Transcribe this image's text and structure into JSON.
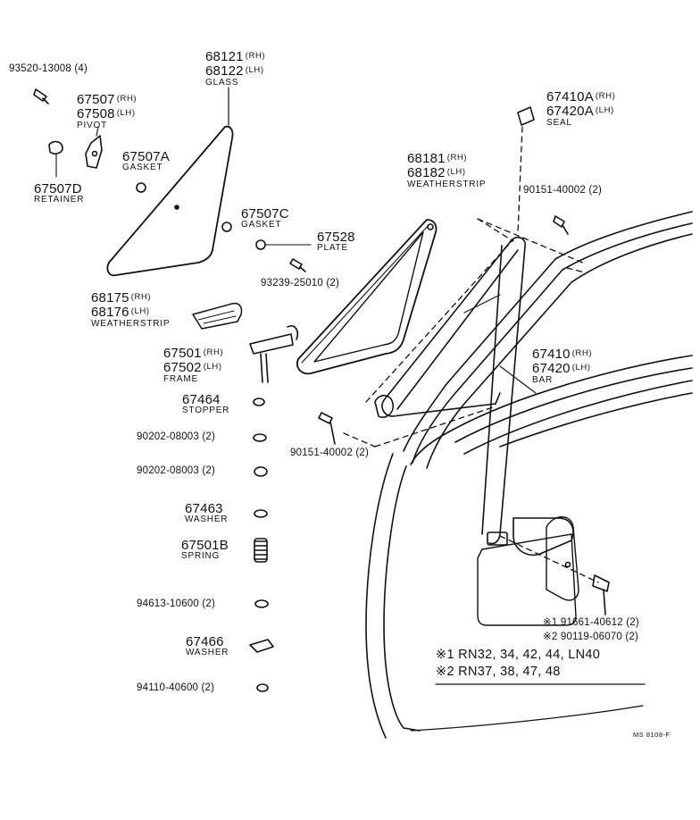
{
  "drawing_code": "MS  8108-F",
  "notes": [
    {
      "mark": "※1",
      "text": "RN32, 34, 42, 44, LN40"
    },
    {
      "mark": "※2",
      "text": "RN37, 38, 47, 48"
    }
  ],
  "parts": {
    "glass": {
      "rh": "68121",
      "lh": "68122",
      "rh_tag": "(RH)",
      "lh_tag": "(LH)",
      "name": "GLASS"
    },
    "screw_93520": {
      "text": "93520-13008 (4)"
    },
    "pivot": {
      "rh": "67507",
      "lh": "67508",
      "rh_tag": "(RH)",
      "lh_tag": "(LH)",
      "name": "PIVOT"
    },
    "gasket_a": {
      "code": "67507A",
      "name": "GASKET"
    },
    "retainer": {
      "code": "67507D",
      "name": "RETAINER"
    },
    "seal": {
      "rh": "67410A",
      "lh": "67420A",
      "rh_tag": "(RH)",
      "lh_tag": "(LH)",
      "name": "SEAL"
    },
    "weatherstrip_main": {
      "rh": "68181",
      "lh": "68182",
      "rh_tag": "(RH)",
      "lh_tag": "(LH)",
      "name": "WEATHERSTRIP"
    },
    "screw_90151_top": {
      "text": "90151-40002 (2)"
    },
    "gasket_c": {
      "code": "67507C",
      "name": "GASKET"
    },
    "plate": {
      "code": "67528",
      "name": "PLATE"
    },
    "screw_93239": {
      "text": "93239-25010 (2)"
    },
    "weatherstrip_small": {
      "rh": "68175",
      "lh": "68176",
      "rh_tag": "(RH)",
      "lh_tag": "(LH)",
      "name": "WEATHERSTRIP"
    },
    "frame": {
      "rh": "67501",
      "lh": "67502",
      "rh_tag": "(RH)",
      "lh_tag": "(LH)",
      "name": "FRAME"
    },
    "bar": {
      "rh": "67410",
      "lh": "67420",
      "rh_tag": "(RH)",
      "lh_tag": "(LH)",
      "name": "BAR"
    },
    "stopper": {
      "code": "67464",
      "name": "STOPPER"
    },
    "washer_90202_a": {
      "text": "90202-08003 (2)"
    },
    "screw_90151_bottom": {
      "text": "90151-40002 (2)"
    },
    "washer_90202_b": {
      "text": "90202-08003 (2)"
    },
    "washer_67463": {
      "code": "67463",
      "name": "WASHER"
    },
    "spring": {
      "code": "67501B",
      "name": "SPRING"
    },
    "nut_94613": {
      "text": "94613-10600 (2)"
    },
    "bolt_91661": {
      "mark": "※1",
      "text": "91661-40612 (2)"
    },
    "bolt_90119": {
      "mark": "※2",
      "text": "90119-06070 (2)"
    },
    "washer_67466": {
      "code": "67466",
      "name": "WASHER"
    },
    "nut_94110": {
      "text": "94110-40600 (2)"
    }
  }
}
